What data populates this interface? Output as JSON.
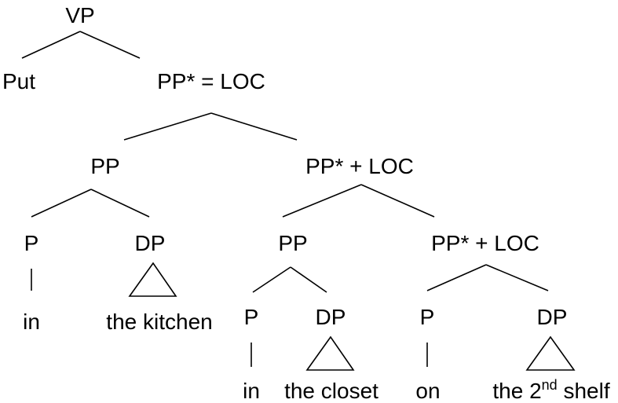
{
  "tree": {
    "vp": "VP",
    "put": "Put",
    "pp_star_eq_loc": "PP* = LOC",
    "pp_left": "PP",
    "pp_star_plus_loc_1": "PP* + LOC",
    "p_1": "P",
    "dp_1": "DP",
    "in_1": "in",
    "the_kitchen": "the kitchen",
    "pp_mid": "PP",
    "pp_star_plus_loc_2": "PP* + LOC",
    "p_2": "P",
    "dp_2": "DP",
    "in_2": "in",
    "the_closet": "the closet",
    "p_3": "P",
    "dp_3": "DP",
    "on": "on",
    "shelf": {
      "prefix": "the 2",
      "superscript": "nd",
      "suffix": " shelf"
    }
  }
}
